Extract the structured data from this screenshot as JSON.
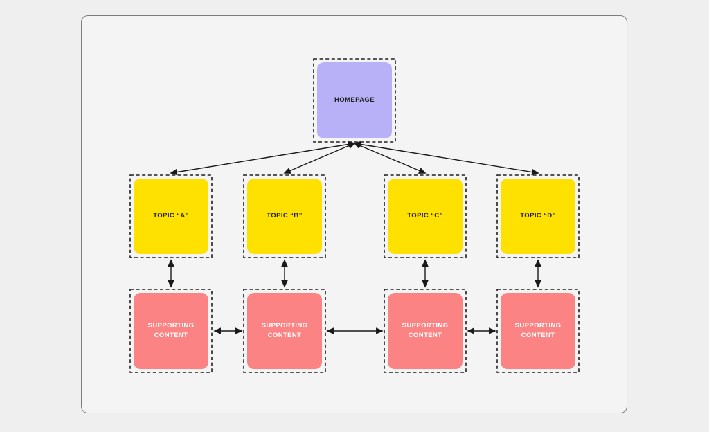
{
  "nodes": {
    "homepage": {
      "label": "HOMEPAGE"
    },
    "topic_a": {
      "label": "TOPIC “A”"
    },
    "topic_b": {
      "label": "TOPIC “B”"
    },
    "topic_c": {
      "label": "TOPIC “C”"
    },
    "topic_d": {
      "label": "TOPIC “D”"
    },
    "supporting_1": {
      "label": "SUPPORTING\nCONTENT"
    },
    "supporting_2": {
      "label": "SUPPORTING\nCONTENT"
    },
    "supporting_3": {
      "label": "SUPPORTING\nCONTENT"
    },
    "supporting_4": {
      "label": "SUPPORTING\nCONTENT"
    }
  },
  "edges": [
    {
      "from": "homepage",
      "to": "topic_a",
      "bidirectional": true
    },
    {
      "from": "homepage",
      "to": "topic_b",
      "bidirectional": true
    },
    {
      "from": "homepage",
      "to": "topic_c",
      "bidirectional": true
    },
    {
      "from": "homepage",
      "to": "topic_d",
      "bidirectional": true
    },
    {
      "from": "topic_a",
      "to": "supporting_1",
      "bidirectional": true
    },
    {
      "from": "topic_b",
      "to": "supporting_2",
      "bidirectional": true
    },
    {
      "from": "topic_c",
      "to": "supporting_3",
      "bidirectional": true
    },
    {
      "from": "topic_d",
      "to": "supporting_4",
      "bidirectional": true
    },
    {
      "from": "supporting_1",
      "to": "supporting_2",
      "bidirectional": true
    },
    {
      "from": "supporting_2",
      "to": "supporting_3",
      "bidirectional": true
    },
    {
      "from": "supporting_3",
      "to": "supporting_4",
      "bidirectional": true
    }
  ],
  "colors": {
    "page_bg": "#f0eff0",
    "frame_bg": "#f5f4f5",
    "frame_border": "#7d7c7e",
    "dash": "#202020",
    "arrow": "#1a1a1a",
    "homepage_fill": "#b8b1f7",
    "topic_fill": "#ffe100",
    "supporting_fill": "#fc8383",
    "text_dark": "#1e2022",
    "text_light": "#ffffff"
  }
}
